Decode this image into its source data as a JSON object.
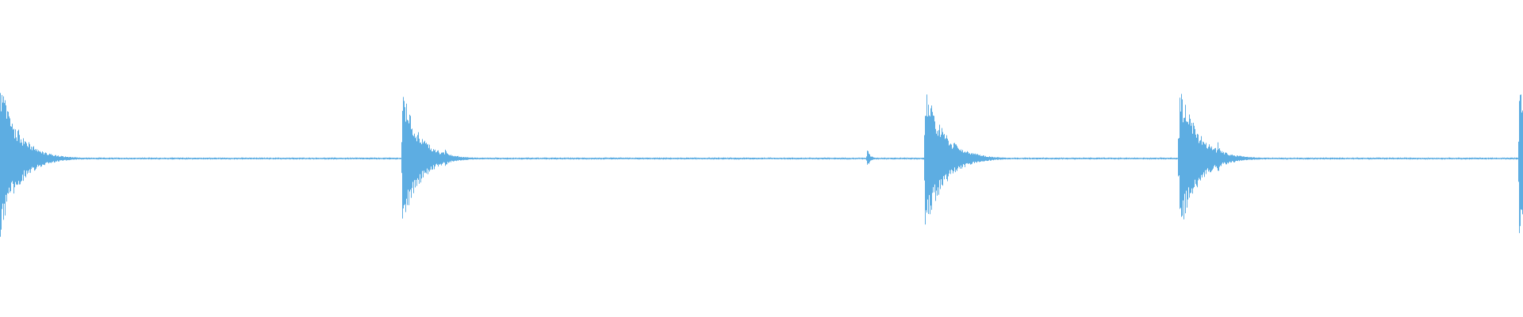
{
  "waveform": {
    "color": "#5DADE2",
    "background": "#FFFFFF",
    "duration": 1,
    "amplitude_range": [
      -1,
      1
    ],
    "baseline_noise": 0.012,
    "transients": [
      {
        "time": 0.0,
        "peak_pos": 0.99,
        "peak_neg": 0.99,
        "decay": 0.012
      },
      {
        "time": 0.025,
        "peak_pos": 0.12,
        "peak_neg": 0.12,
        "decay": 0.003
      },
      {
        "time": 0.264,
        "peak_pos": 0.9,
        "peak_neg": 0.92,
        "decay": 0.011
      },
      {
        "time": 0.292,
        "peak_pos": 0.12,
        "peak_neg": 0.12,
        "decay": 0.003
      },
      {
        "time": 0.569,
        "peak_pos": 0.14,
        "peak_neg": 0.14,
        "decay": 0.002
      },
      {
        "time": 0.607,
        "peak_pos": 1.0,
        "peak_neg": 1.0,
        "decay": 0.012
      },
      {
        "time": 0.63,
        "peak_pos": 0.13,
        "peak_neg": 0.13,
        "decay": 0.003
      },
      {
        "time": 0.774,
        "peak_pos": 1.0,
        "peak_neg": 1.0,
        "decay": 0.012
      },
      {
        "time": 0.799,
        "peak_pos": 0.25,
        "peak_neg": 0.25,
        "decay": 0.003
      },
      {
        "time": 0.997,
        "peak_pos": 1.0,
        "peak_neg": 1.0,
        "decay": 0.012
      }
    ]
  }
}
